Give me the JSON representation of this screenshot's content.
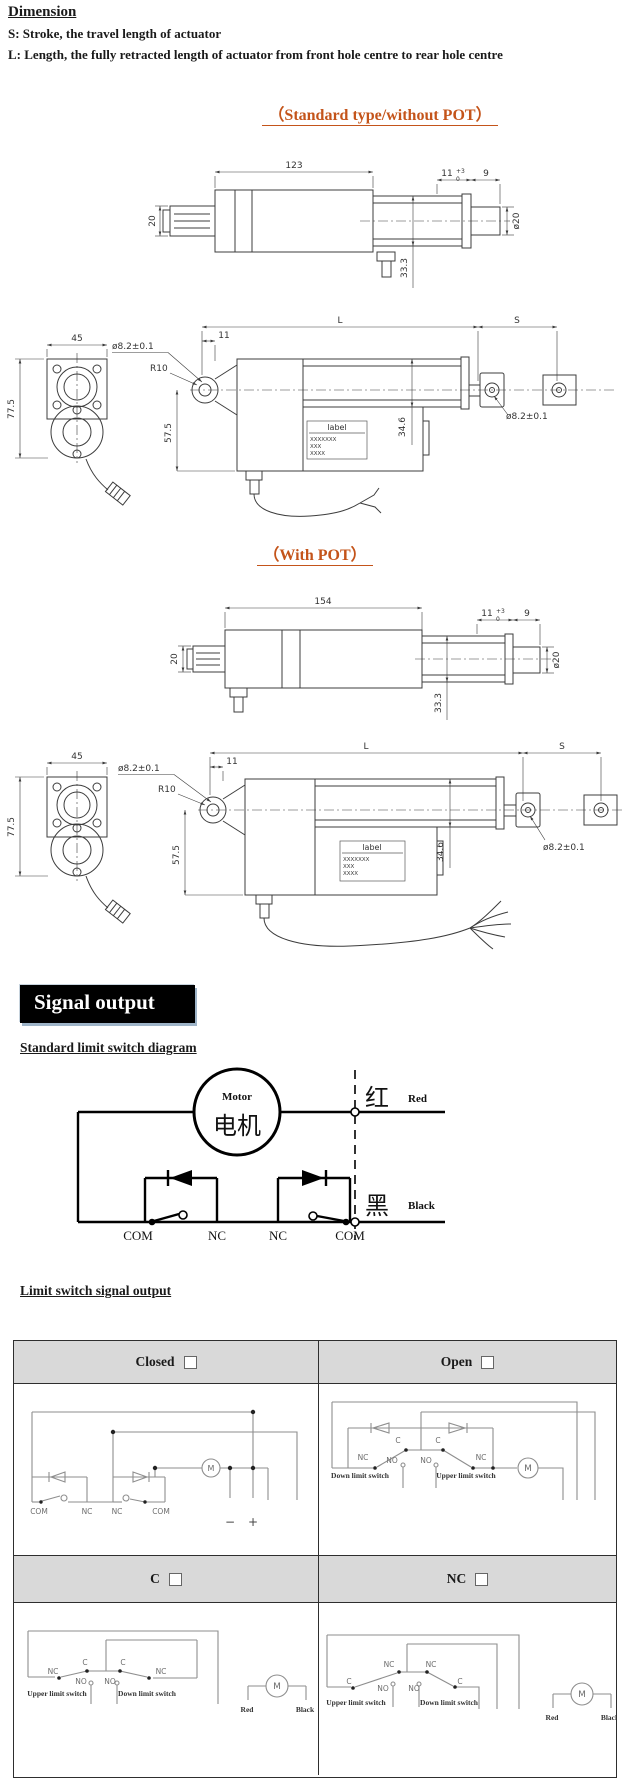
{
  "colors": {
    "accent": "#c4541a",
    "table-header-bg": "#d9d9d9",
    "signal-box-bg": "#000000",
    "signal-box-text": "#ffffff"
  },
  "header": {
    "title": "Dimension",
    "note_s": "S: Stroke, the travel length of actuator",
    "note_l": "L: Length, the fully retracted length of actuator from front hole centre to rear hole centre"
  },
  "headings": {
    "standard": "（Standard type/without POT）",
    "pot": "（With POT）",
    "signal_output": "Signal output",
    "limit_switch_diagram": "Standard limit switch diagram",
    "limit_switch_output": "Limit switch signal output"
  },
  "dims": {
    "std_length": "123",
    "pot_length": "154",
    "ext": "11",
    "ext_tol_plus": "+3",
    "ext_tol_zero": "0",
    "tip": "9",
    "shaft": "20",
    "rod_dia": "ø20",
    "body_h": "33.3",
    "bracket_w": "45",
    "bracket_h": "77.5",
    "hole_dia": "ø8.2±0.1",
    "radius": "R10",
    "front_offset": "11",
    "L": "L",
    "S": "S",
    "motor_h": "57.5",
    "tube_h": "34.6",
    "label_title": "label",
    "label_line1": "XXXXXXX",
    "label_line2": "XXX",
    "label_line3": "XXXX"
  },
  "circuit": {
    "motor_en": "Motor",
    "motor_cn": "电机",
    "red_cn": "红",
    "red_en": "Red",
    "black_cn": "黑",
    "black_en": "Black",
    "com": "COM",
    "nc": "NC",
    "no": "NO",
    "c": "C",
    "m": "M",
    "minus": "−",
    "plus": "+",
    "down_switch": "Down limit switch",
    "upper_switch": "Upper limit switch"
  },
  "table": {
    "closed": "Closed",
    "open": "Open",
    "c": "C",
    "nc": "NC"
  }
}
